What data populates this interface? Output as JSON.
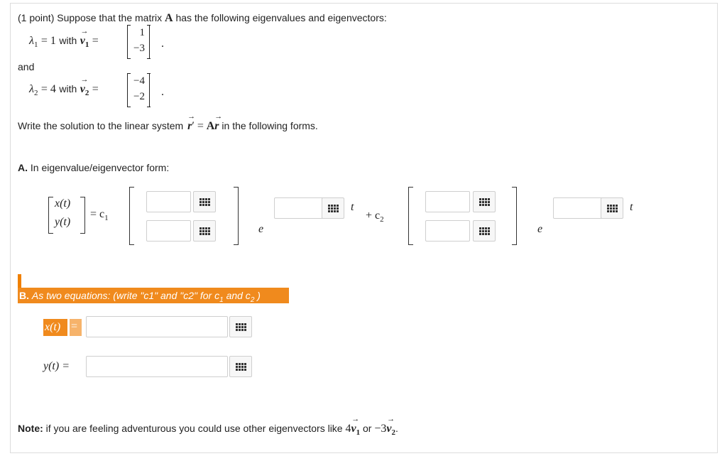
{
  "problem": {
    "intro": "(1 point) Suppose that the matrix",
    "matrix_name": "A",
    "intro_tail": "has the following eigenvalues and eigenvectors:",
    "eig1": {
      "lambda": "λ",
      "sub": "1",
      "eq": "= 1",
      "with": "with",
      "vec": "v",
      "vec_sub": "1",
      "eq2": "=",
      "entries": [
        "1",
        "−3"
      ],
      "dot": "."
    },
    "and": "and",
    "eig2": {
      "lambda": "λ",
      "sub": "2",
      "eq": "= 4",
      "with": "with",
      "vec": "v",
      "vec_sub": "2",
      "eq2": "=",
      "entries": [
        "−4",
        "−2"
      ],
      "dot": "."
    },
    "system_pre": "Write the solution to the linear system",
    "system_r1": "r",
    "system_prime": "′ =",
    "system_A": "A",
    "system_r2": "r",
    "system_post": "in the following forms."
  },
  "partA": {
    "label": "A.",
    "text": "In eigenvalue/eigenvector form:",
    "lhs_top": "x(t)",
    "lhs_bottom": "y(t)",
    "eq_c1": "= c",
    "c1_sub": "1",
    "plus_c2": "+ c",
    "c2_sub": "2",
    "e1": "e",
    "t1": "t",
    "e2": "e",
    "t2": "t"
  },
  "partB": {
    "label": "B.",
    "text": "As two equations: (write \"c1\" and \"c2\" for c",
    "c1_sub": "1",
    "and": "and c",
    "c2_sub": "2",
    "close": ")",
    "x_label": "x(t)",
    "x_eq": "=",
    "y_label": "y(t) ="
  },
  "note": {
    "bold": "Note:",
    "text": "if you are feeling adventurous you could use other eigenvectors like",
    "coef1": "4",
    "v1": "v",
    "v1_sub": "1",
    "or": "or",
    "coef2": "−3",
    "v2": "v",
    "v2_sub": "2",
    "end": "."
  },
  "icons": {
    "palette": "grid-icon",
    "arrow": "→"
  },
  "colors": {
    "highlight": "#f08a1d",
    "highlight_text": "#ffffff",
    "border": "#cfcfcf"
  }
}
